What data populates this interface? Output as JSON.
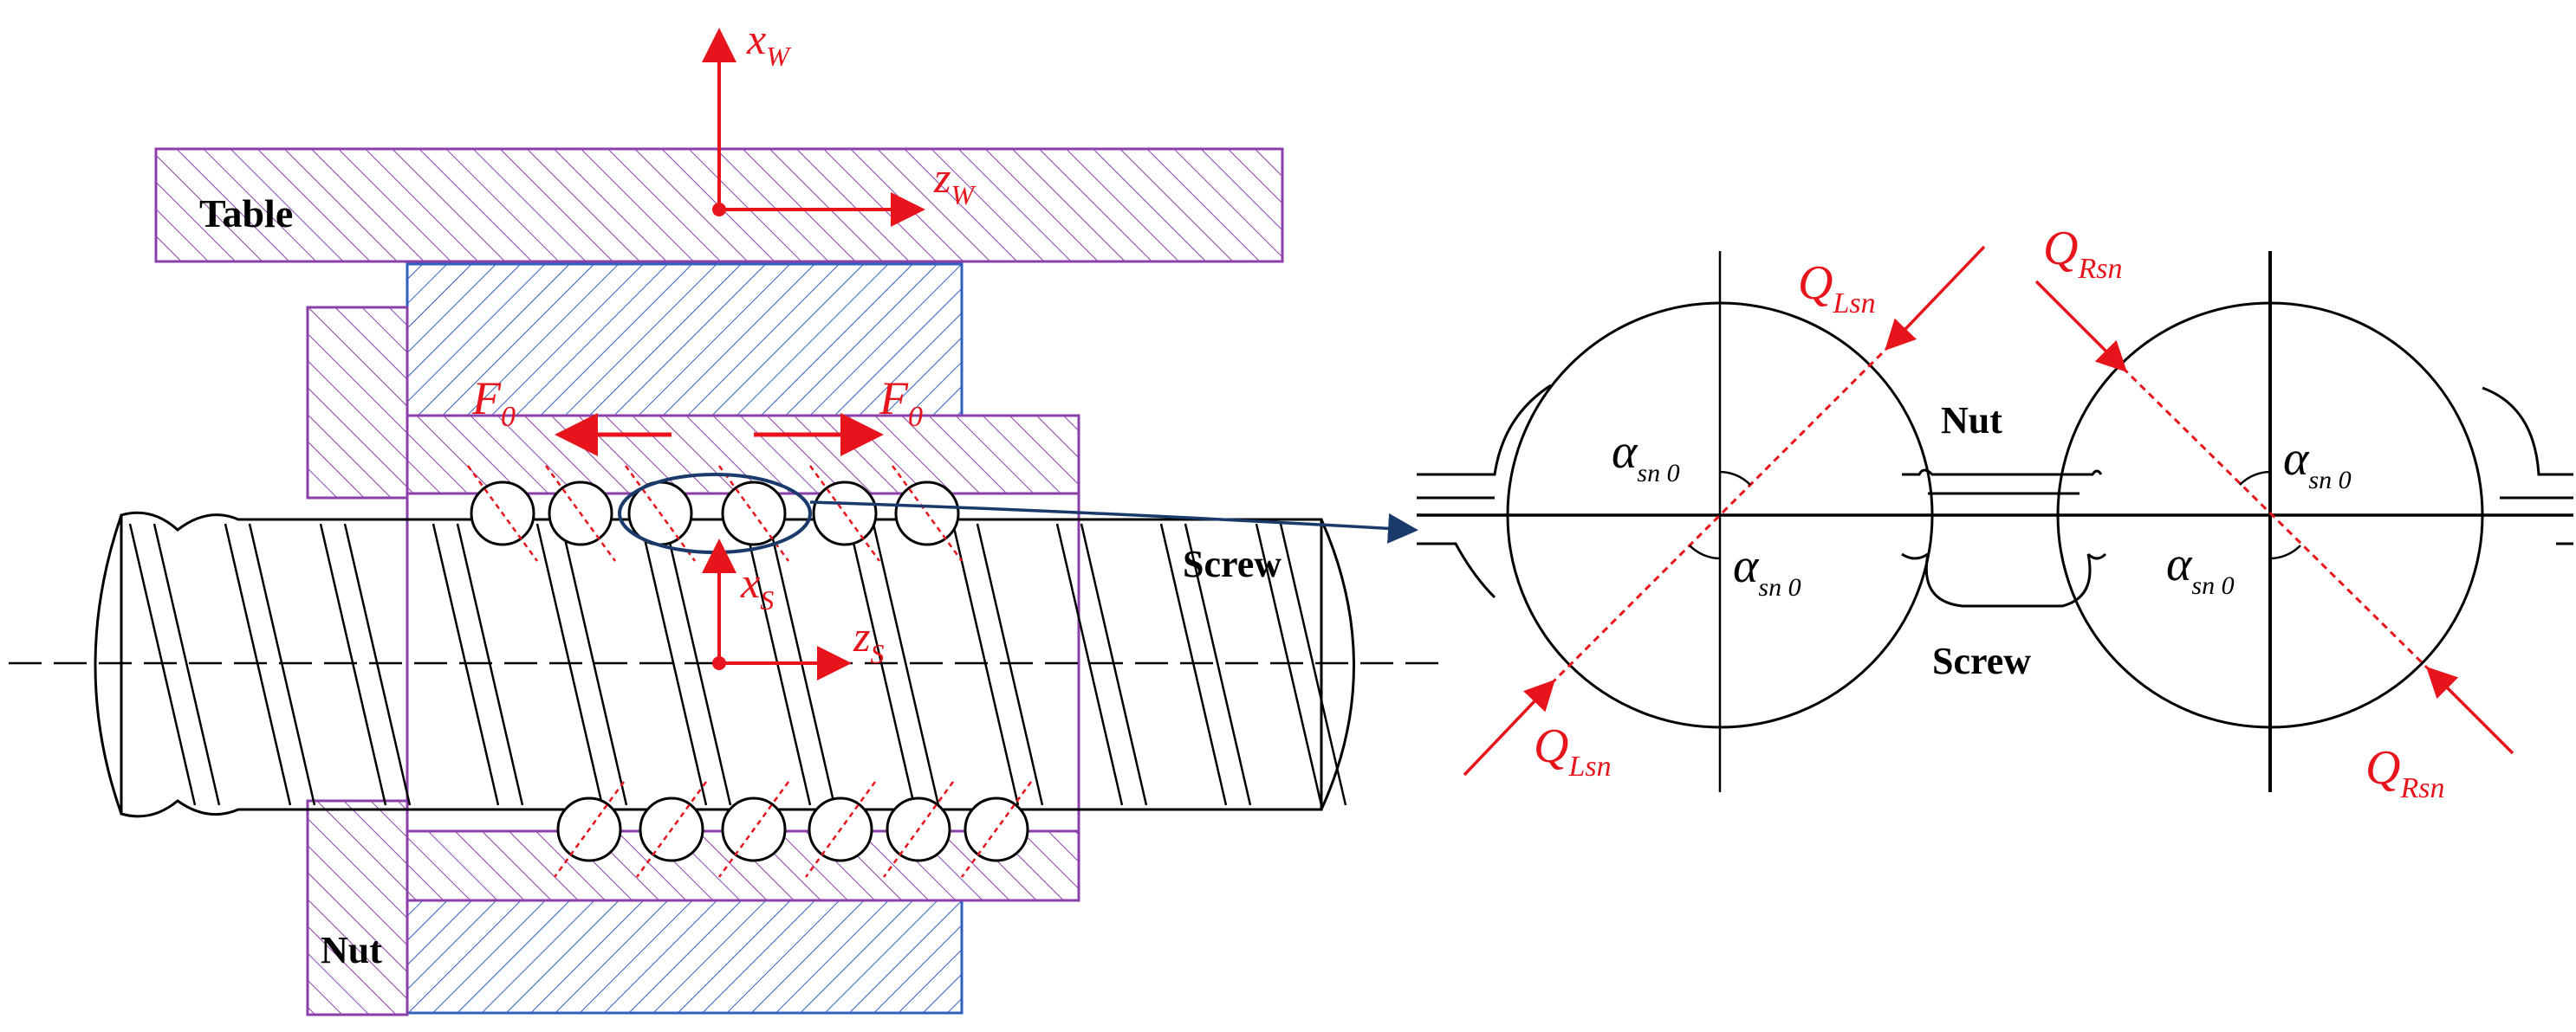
{
  "figure": {
    "left_diagram": {
      "labels": {
        "table": "Table",
        "nut": "Nut",
        "screw": "Screw"
      },
      "axes": {
        "world_x": {
          "symbol": "x",
          "subscript": "W"
        },
        "world_z": {
          "symbol": "z",
          "subscript": "W"
        },
        "screw_x": {
          "symbol": "x",
          "subscript": "S"
        },
        "screw_z": {
          "symbol": "z",
          "subscript": "S"
        }
      },
      "preload_left": {
        "symbol": "F",
        "subscript": "0"
      },
      "preload_right": {
        "symbol": "F",
        "subscript": "0"
      }
    },
    "detail_diagram": {
      "labels": {
        "nut": "Nut",
        "screw": "Screw"
      },
      "left_ball": {
        "force_top": {
          "symbol": "Q",
          "subscript": "Lsn"
        },
        "force_bottom": {
          "symbol": "Q",
          "subscript": "Lsn"
        },
        "angle_top": {
          "symbol": "α",
          "subscript": "sn 0"
        },
        "angle_bottom": {
          "symbol": "α",
          "subscript": "sn 0"
        }
      },
      "right_ball": {
        "force_top": {
          "symbol": "Q",
          "subscript": "Rsn"
        },
        "force_bottom": {
          "symbol": "Q",
          "subscript": "Rsn"
        },
        "angle_top": {
          "symbol": "α",
          "subscript": "sn 0"
        },
        "angle_bottom": {
          "symbol": "α",
          "subscript": "sn 0"
        }
      }
    },
    "colors": {
      "force_red": "#e8141b",
      "nut_purple": "#8b3fa8",
      "nut_housing_blue": "#2f5fbf",
      "callout_navy": "#1a3a6b",
      "line_black": "#000000"
    }
  }
}
